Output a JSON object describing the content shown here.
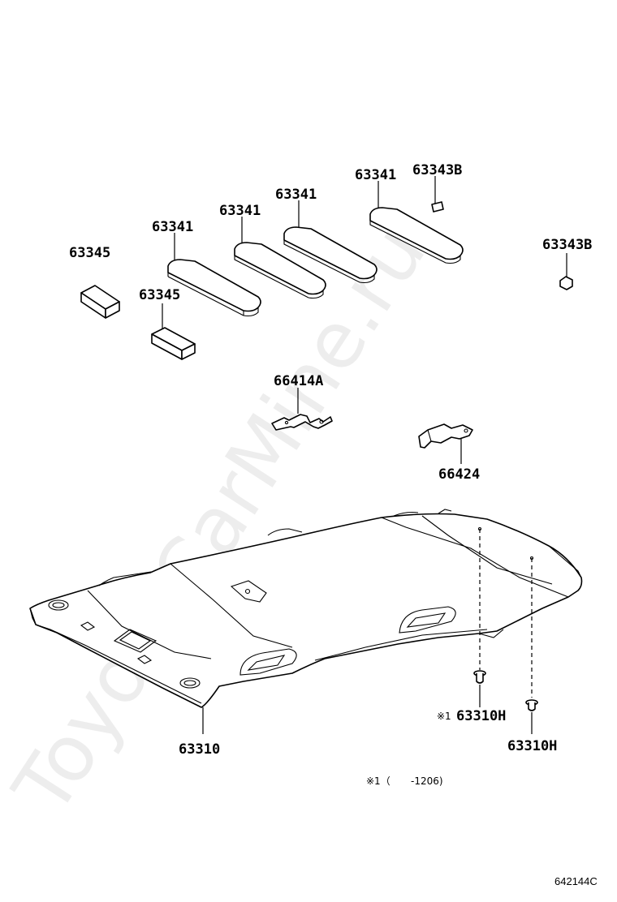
{
  "parts": {
    "p63341_a": "63341",
    "p63341_b": "63341",
    "p63341_c": "63341",
    "p63341_d": "63341",
    "p63343b_top": "63343B",
    "p63343b_right": "63343B",
    "p63345_a": "63345",
    "p63345_b": "63345",
    "p66414a": "66414A",
    "p66424": "66424",
    "p63310": "63310",
    "p63310h_a": "63310H",
    "p63310h_b": "63310H"
  },
  "marks": {
    "mark1": "※1",
    "footnote_mark": "※1（",
    "footnote_range": "-1206)"
  },
  "diagram_code": "642144C",
  "watermark": "ToyotaCarMine.ru"
}
